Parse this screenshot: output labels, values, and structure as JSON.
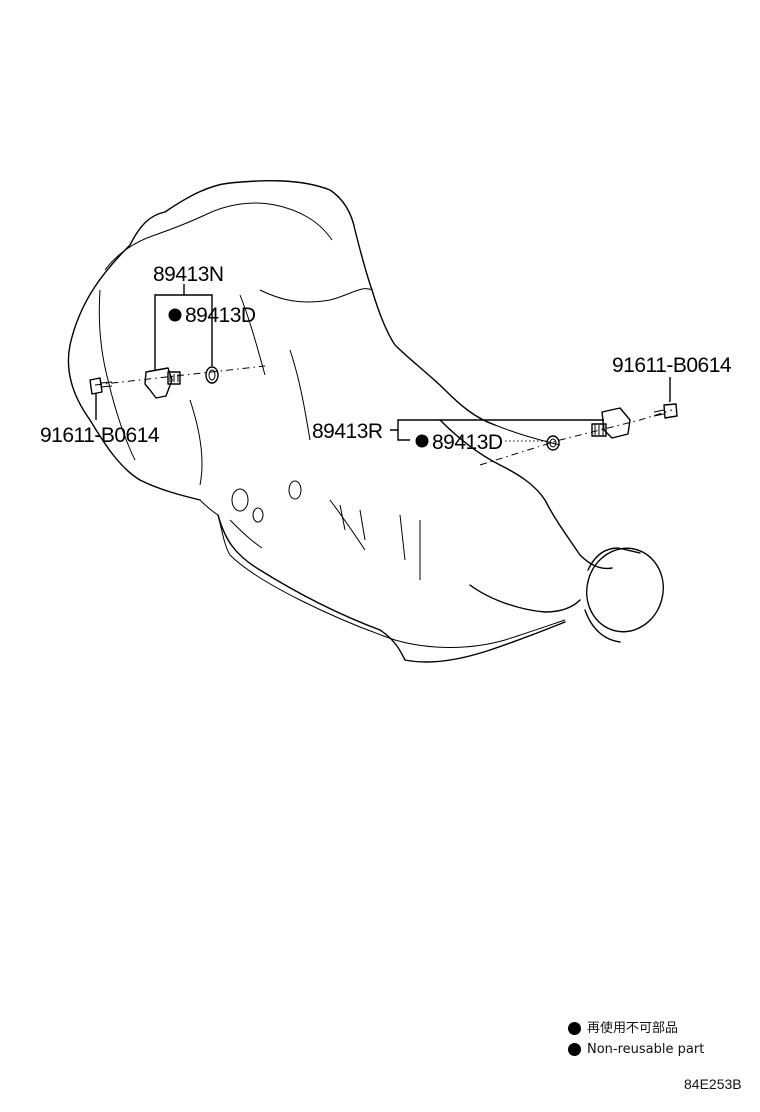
{
  "labels": {
    "front_sensor_part": "89413N",
    "front_oring_part": "89413D",
    "front_bolt_part": "91611-B0614",
    "rear_sensor_part": "89413R",
    "rear_oring_part": "89413D",
    "rear_bolt_part": "91611-B0614"
  },
  "legend": {
    "japanese": "再使用不可部品",
    "english": "Non-reusable part"
  },
  "illustration_code": "84E253B"
}
